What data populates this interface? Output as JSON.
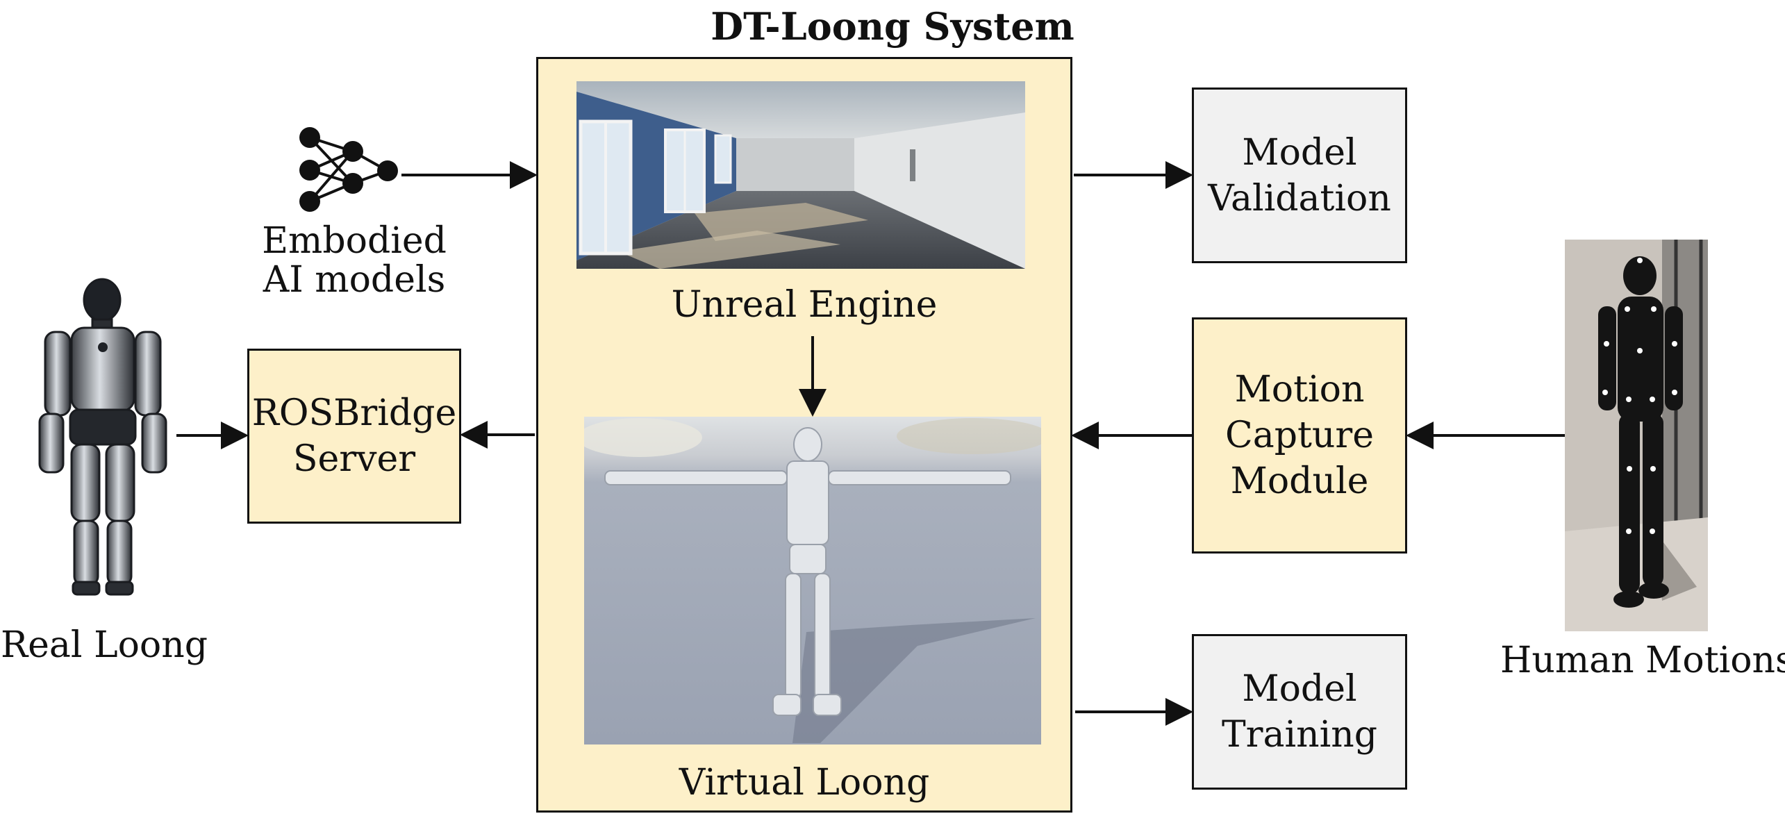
{
  "title": "DT-Loong System",
  "panel": {
    "upper_caption": "Unreal Engine",
    "lower_caption": "Virtual Loong"
  },
  "left": {
    "ai_models_label_line1": "Embodied",
    "ai_models_label_line2": "AI models",
    "rosbridge_line1": "ROSBridge",
    "rosbridge_line2": "Server",
    "real_robot_label": "Real Loong"
  },
  "right": {
    "validation_line1": "Model",
    "validation_line2": "Validation",
    "mocap_line1": "Motion",
    "mocap_line2": "Capture",
    "mocap_line3": "Module",
    "training_line1": "Model",
    "training_line2": "Training",
    "human_label": "Human Motions"
  },
  "colors": {
    "panel_fill": "#fdf0c9",
    "neutral_fill": "#f1f1f1",
    "stroke": "#111111"
  }
}
